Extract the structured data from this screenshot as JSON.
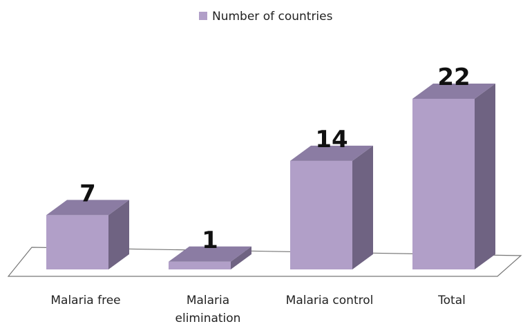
{
  "chart_data": {
    "type": "bar",
    "title": "",
    "xlabel": "",
    "ylabel": "",
    "categories": [
      "Malaria free",
      "Malaria elimination",
      "Malaria control",
      "Total"
    ],
    "category_lines": [
      [
        "Malaria free"
      ],
      [
        "Malaria",
        "elimination"
      ],
      [
        "Malaria control"
      ],
      [
        "Total"
      ]
    ],
    "series": [
      {
        "name": "Number of countries",
        "values": [
          7,
          1,
          14,
          22
        ]
      }
    ],
    "ylim": [
      0,
      22
    ],
    "grid": false,
    "legend_position": "top-center",
    "style": "3d-column",
    "colors": {
      "front": "#b19fc8",
      "side": "#6f6382",
      "top": "#8b7ca3",
      "floor": "#777777"
    }
  }
}
